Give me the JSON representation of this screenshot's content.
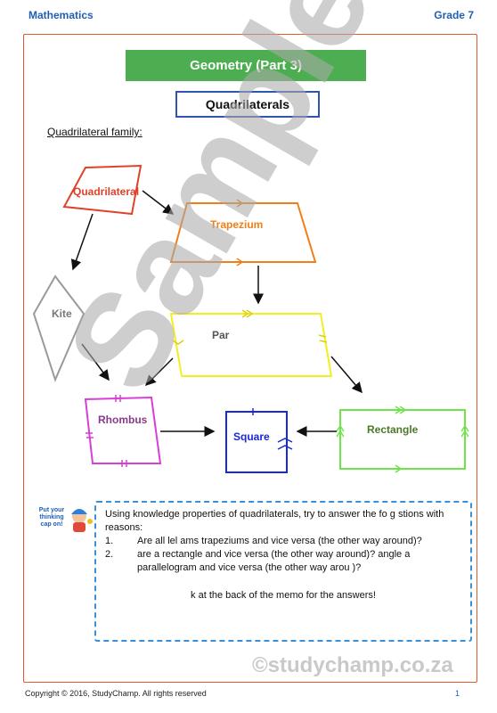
{
  "header": {
    "subject": "Mathematics",
    "grade": "Grade 7"
  },
  "title": "Geometry (Part 3)",
  "subtitle": "Quadrilaterals",
  "section_label": "Quadrilateral family:",
  "shapes": {
    "quadrilateral": "Quadrilateral",
    "trapezium": "Trapezium",
    "kite": "Kite",
    "parallelogram": "Par",
    "rhombus": "Rhombus",
    "square": "Square",
    "rectangle": "Rectangle"
  },
  "colors": {
    "title_bg": "#4cae50",
    "subtitle_border": "#2f55b0",
    "quadrilateral": "#e0412a",
    "trapezium": "#f07f1a",
    "kite": "#9a9a9a",
    "parallelogram": "#f2ef1f",
    "rhombus": "#d73fd7",
    "square": "#1a28d6",
    "rectangle": "#6fe44a"
  },
  "thinking_cap": "Put your thinking cap on!",
  "note": {
    "intro": "Using     knowledge     properties of quadrilaterals, try to answer the fo      g     stions with reasons:",
    "questions": [
      {
        "num": "1.",
        "text": "Are all       lel   ams trapeziums and vice versa (the other way around)?"
      },
      {
        "num": "2.",
        "text": "        are a rectangle and vice versa (the other way around)?  angle a parallelogram and vice versa (the other way arou  )?"
      }
    ],
    "answer_hint": "k at the back of the memo for the answers!"
  },
  "watermark": "Sample",
  "watermark_url": "©studychamp.co.za",
  "footer": {
    "copyright": "Copyright © 2016, StudyChamp. All rights reserved",
    "page": "1"
  }
}
